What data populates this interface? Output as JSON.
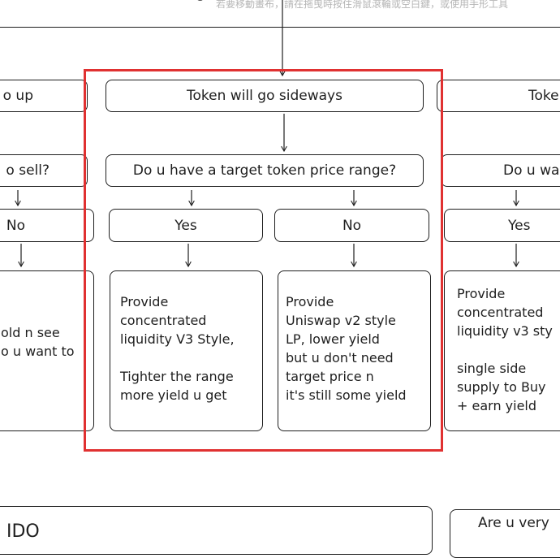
{
  "hint_text": "若要移動畫布，請在拖曳時按住滑鼠滾輪或空白鍵，或使用手形工具",
  "left_column": {
    "heading": "o up",
    "question": "o sell?",
    "answer": "No",
    "detail_lines": [
      "old n see",
      "o u want to"
    ]
  },
  "center_column": {
    "heading": "Token will go sideways",
    "question": "Do u have a target token price range?",
    "yes_label": "Yes",
    "no_label": "No",
    "yes_detail_lines": [
      "Provide",
      "concentrated",
      "liquidity V3 Style,",
      "",
      "Tighter the range",
      "more yield u get"
    ],
    "no_detail_lines": [
      "Provide",
      "Uniswap v2 style",
      "LP, lower yield",
      "but u don't need",
      "target price n",
      "it's still some yield"
    ]
  },
  "right_column": {
    "heading": "Toke",
    "question": "Do u wa",
    "answer": "Yes",
    "detail_lines": [
      "Provide",
      "concentrated",
      "liquidity v3 sty",
      "",
      "single side",
      "supply to Buy",
      "+ earn yield"
    ]
  },
  "bottom": {
    "left_text": "IDO",
    "right_text": "Are u very"
  },
  "colors": {
    "stroke": "#1e1e1e",
    "highlight": "#e03131",
    "hint": "#b5b5b5",
    "background": "#ffffff"
  }
}
